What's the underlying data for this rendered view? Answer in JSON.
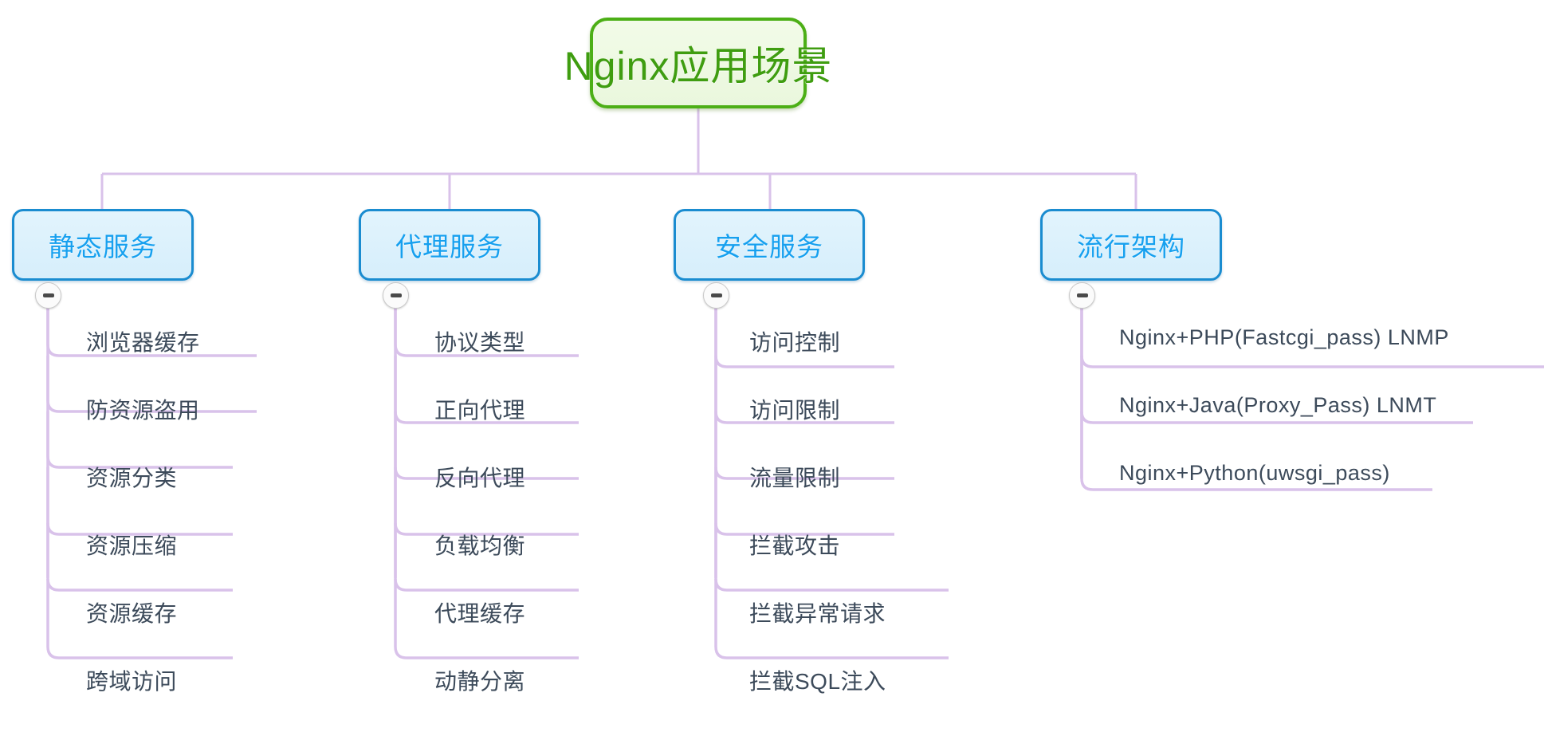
{
  "diagram": {
    "type": "mindmap",
    "title": "Nginx应用场景",
    "root": {
      "label": "Nginx应用场景",
      "color": "#3f9d10",
      "border_color": "#4caf16",
      "background": "#eef9e3"
    },
    "branch_color": "#16a0ef",
    "branch_border_color": "#1a8cd0",
    "branch_background": "#daf0fc",
    "connector_color": "#d4b9e6",
    "leaf_color": "#3c4a5a",
    "collapse_icon": "minus-icon",
    "branches": [
      {
        "label": "静态服务",
        "collapse_label": "−",
        "leaves": [
          "浏览器缓存",
          "防资源盗用",
          "资源分类",
          "资源压缩",
          "资源缓存",
          "跨域访问"
        ]
      },
      {
        "label": "代理服务",
        "collapse_label": "−",
        "leaves": [
          "协议类型",
          "正向代理",
          "反向代理",
          "负载均衡",
          "代理缓存",
          "动静分离"
        ]
      },
      {
        "label": "安全服务",
        "collapse_label": "−",
        "leaves": [
          "访问控制",
          "访问限制",
          "流量限制",
          "拦截攻击",
          "拦截异常请求",
          "拦截SQL注入"
        ]
      },
      {
        "label": "流行架构",
        "collapse_label": "−",
        "leaves": [
          "Nginx+PHP(Fastcgi_pass) LNMP",
          "Nginx+Java(Proxy_Pass) LNMT",
          "Nginx+Python(uwsgi_pass)"
        ]
      }
    ]
  }
}
